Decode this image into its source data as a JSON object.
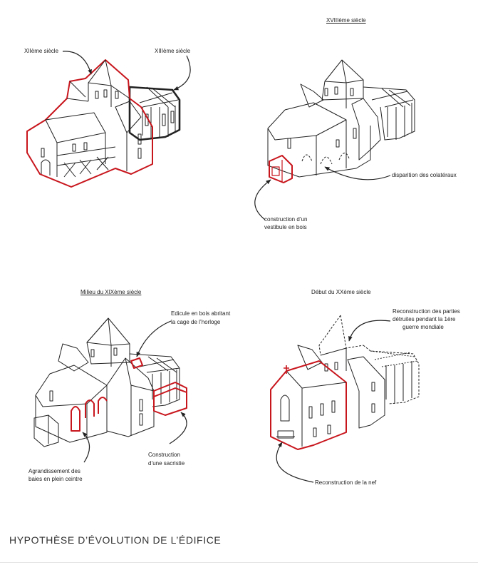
{
  "title": "HYPOTHÈSE D’ÉVOLUTION DE L’ÉDIFICE",
  "colors": {
    "highlight": "#c8161d",
    "line": "#222222"
  },
  "panels": [
    {
      "period": "",
      "annotations": [
        "XIIème siècle",
        "XIIIème siècle"
      ]
    },
    {
      "period": "XVIIIème siècle",
      "annotations": [
        "disparition des colatéraux",
        "construction d’un",
        "vestibule en bois"
      ]
    },
    {
      "period": "Milieu du XIXème siècle",
      "annotations": [
        "Edicule en bois abritant",
        "la cage de l’horloge",
        "Construction",
        "d’une sacristie",
        "Agrandissement des",
        "baies en plein ceintre"
      ]
    },
    {
      "period": "Début du XXème siècle",
      "annotations": [
        "Reconstruction des parties",
        "détruites pendant la 1ère",
        "guerre mondiale",
        "Reconstruction de la nef"
      ]
    }
  ]
}
